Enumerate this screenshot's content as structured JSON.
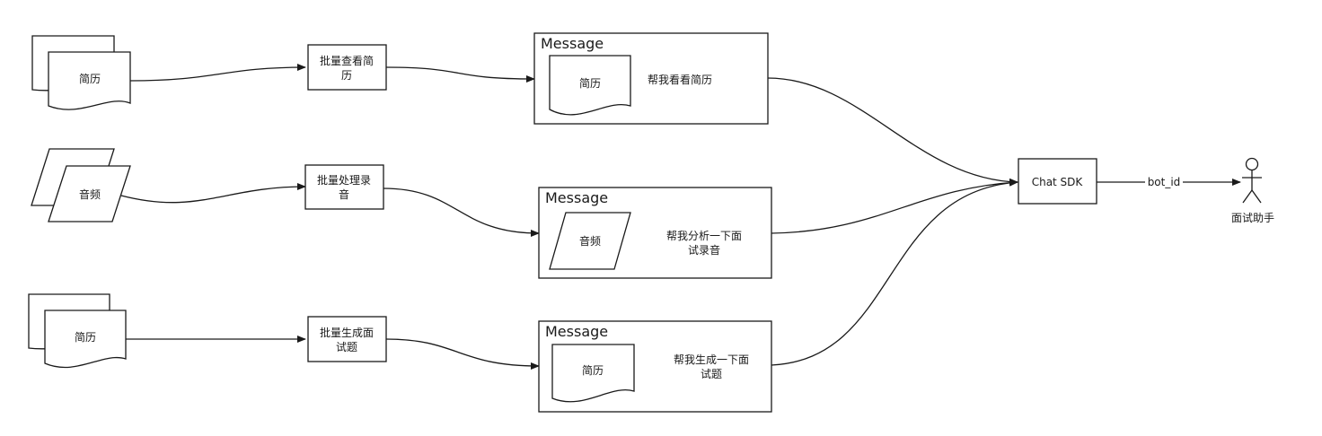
{
  "colors": {
    "stroke": "#1a1a1a",
    "fill": "#ffffff",
    "background": "#ffffff"
  },
  "inputs": {
    "resume_top": "简历",
    "audio": "音频",
    "resume_bottom": "简历"
  },
  "processes": {
    "batch_view_resume": [
      "批量查看简",
      "历"
    ],
    "batch_process_audio": [
      "批量处理录",
      "音"
    ],
    "batch_generate_questions": [
      "批量生成面",
      "试题"
    ]
  },
  "messages": {
    "message_1": {
      "title": "Message",
      "attachment": "简历",
      "prompt": [
        "帮我看看简历"
      ]
    },
    "message_2": {
      "title": "Message",
      "attachment": "音频",
      "prompt": [
        "帮我分析一下面",
        "试录音"
      ]
    },
    "message_3": {
      "title": "Message",
      "attachment": "简历",
      "prompt": [
        "帮我生成一下面",
        "试题"
      ]
    }
  },
  "sdk": {
    "label": "Chat SDK"
  },
  "edge_label": "bot_id",
  "actor": {
    "label": "面试助手"
  }
}
